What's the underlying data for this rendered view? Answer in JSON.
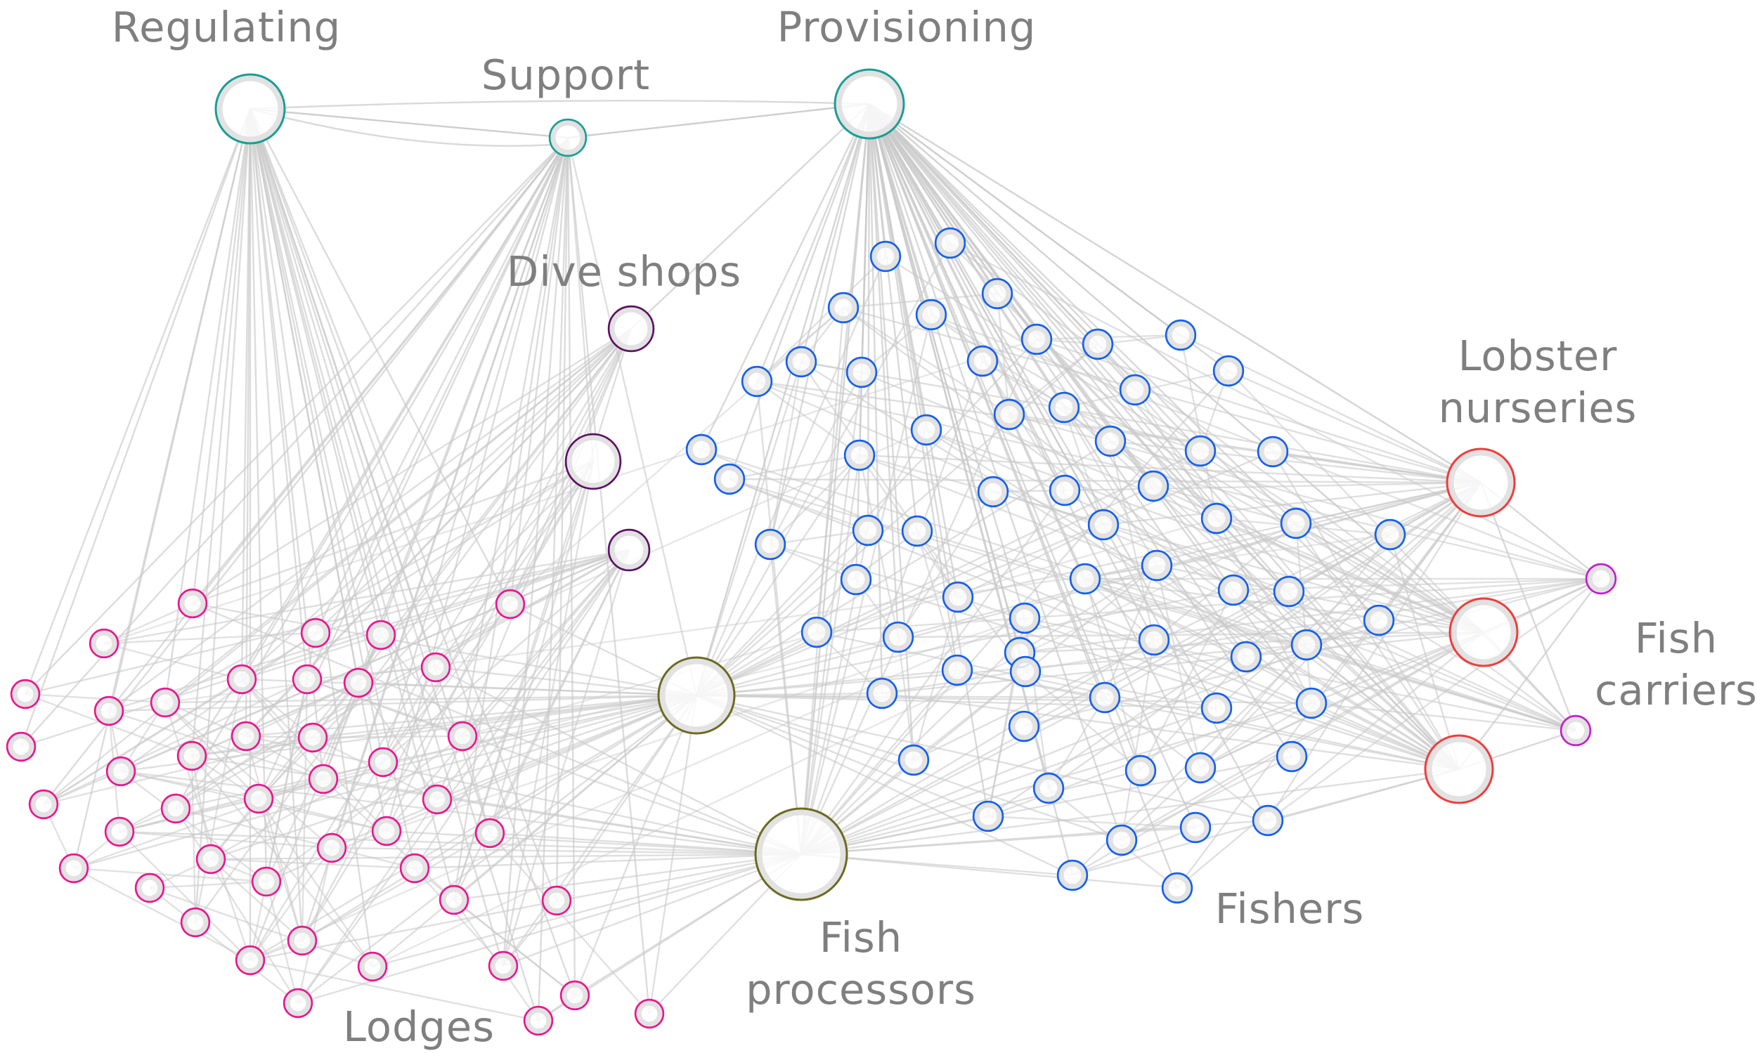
{
  "groups": [
    {
      "key": "regulating",
      "label": [
        "Regulating"
      ],
      "color": "#1a9e96"
    },
    {
      "key": "support",
      "label": [
        "Support"
      ],
      "color": "#1a9e96"
    },
    {
      "key": "provisioning",
      "label": [
        "Provisioning"
      ],
      "color": "#1a9e96"
    },
    {
      "key": "dive_shops",
      "label": [
        "Dive shops"
      ],
      "color": "#5c1263"
    },
    {
      "key": "lobster_nurseries",
      "label": [
        "Lobster",
        "nurseries"
      ],
      "color": "#f03c3c"
    },
    {
      "key": "fish_carriers",
      "label": [
        "Fish",
        "carriers"
      ],
      "color": "#c41ecf"
    },
    {
      "key": "fishers",
      "label": [
        "Fishers"
      ],
      "color": "#1560ee"
    },
    {
      "key": "fish_processors",
      "label": [
        "Fish",
        "processors"
      ],
      "color": "#6b6b22"
    },
    {
      "key": "lodges",
      "label": [
        "Lodges"
      ],
      "color": "#ea178f"
    }
  ],
  "edge_color": "#c9c9c9"
}
